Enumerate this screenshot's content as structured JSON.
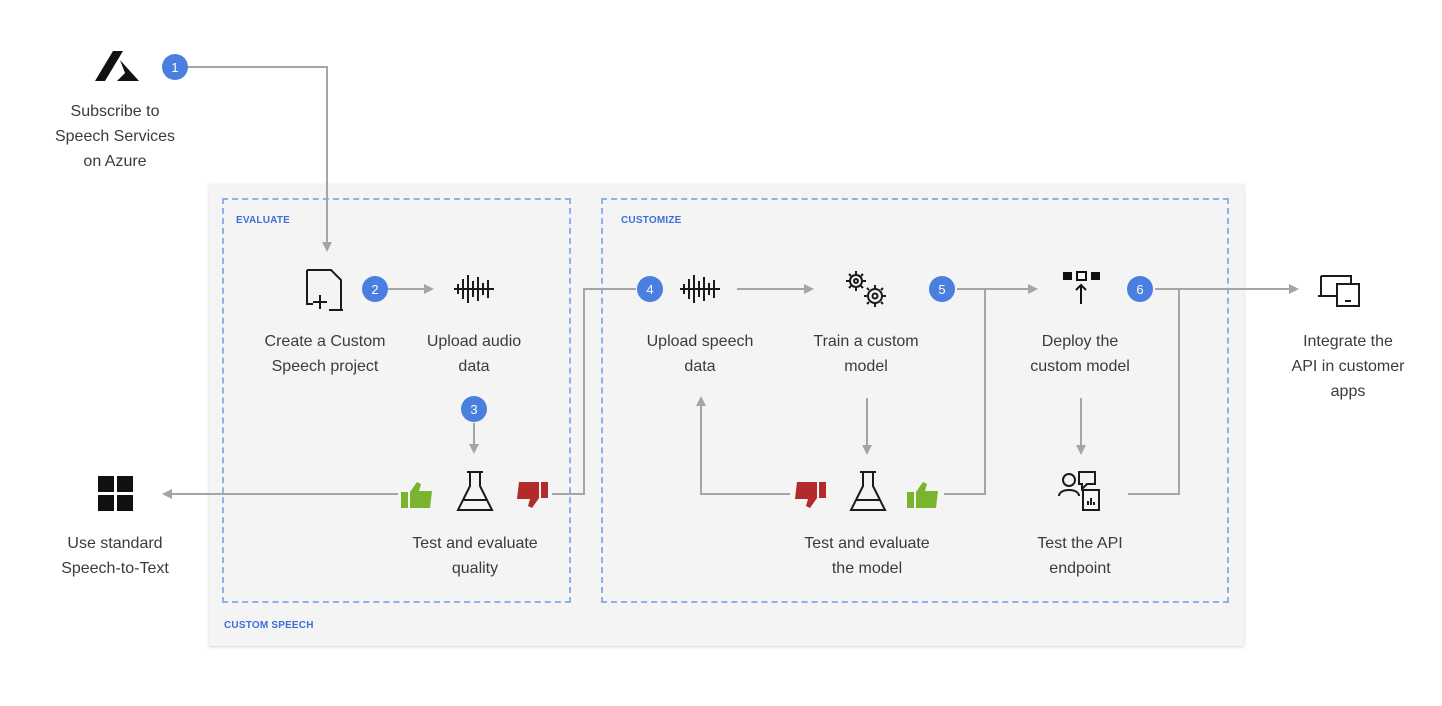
{
  "sections": {
    "evaluate": "EVALUATE",
    "customize": "CUSTOMIZE",
    "custom_speech": "CUSTOM SPEECH"
  },
  "steps": [
    "1",
    "2",
    "3",
    "4",
    "5",
    "6"
  ],
  "labels": {
    "subscribe": "Subscribe to\nSpeech Services\non Azure",
    "create_project": "Create a Custom\nSpeech project",
    "upload_audio": "Upload audio\ndata",
    "test_quality": "Test and evaluate\nquality",
    "standard": "Use standard\nSpeech-to-Text",
    "upload_speech": "Upload speech\ndata",
    "train_model": "Train a custom\nmodel",
    "test_model": "Test and evaluate\nthe model",
    "deploy": "Deploy the\ncustom model",
    "test_api": "Test the API\nendpoint",
    "integrate": "Integrate the\nAPI in customer\napps"
  },
  "icons": {
    "azure": "azure-logo-icon",
    "project": "new-project-icon",
    "audio": "audio-waveform-icon",
    "flask": "flask-icon",
    "thumbs_up": "thumbs-up-icon",
    "thumbs_down": "thumbs-down-icon",
    "windows": "windows-logo-icon",
    "gears": "gears-icon",
    "deploy": "deploy-icon",
    "endpoint": "api-endpoint-icon",
    "devices": "devices-icon"
  },
  "colors": {
    "badge": "#4a7fe0",
    "dashed_border": "#8fb0e8",
    "section_label": "#3d6fd6",
    "thumbs_up": "#7ab32e",
    "thumbs_down": "#b22a2a",
    "arrow": "#a5a5a5"
  }
}
